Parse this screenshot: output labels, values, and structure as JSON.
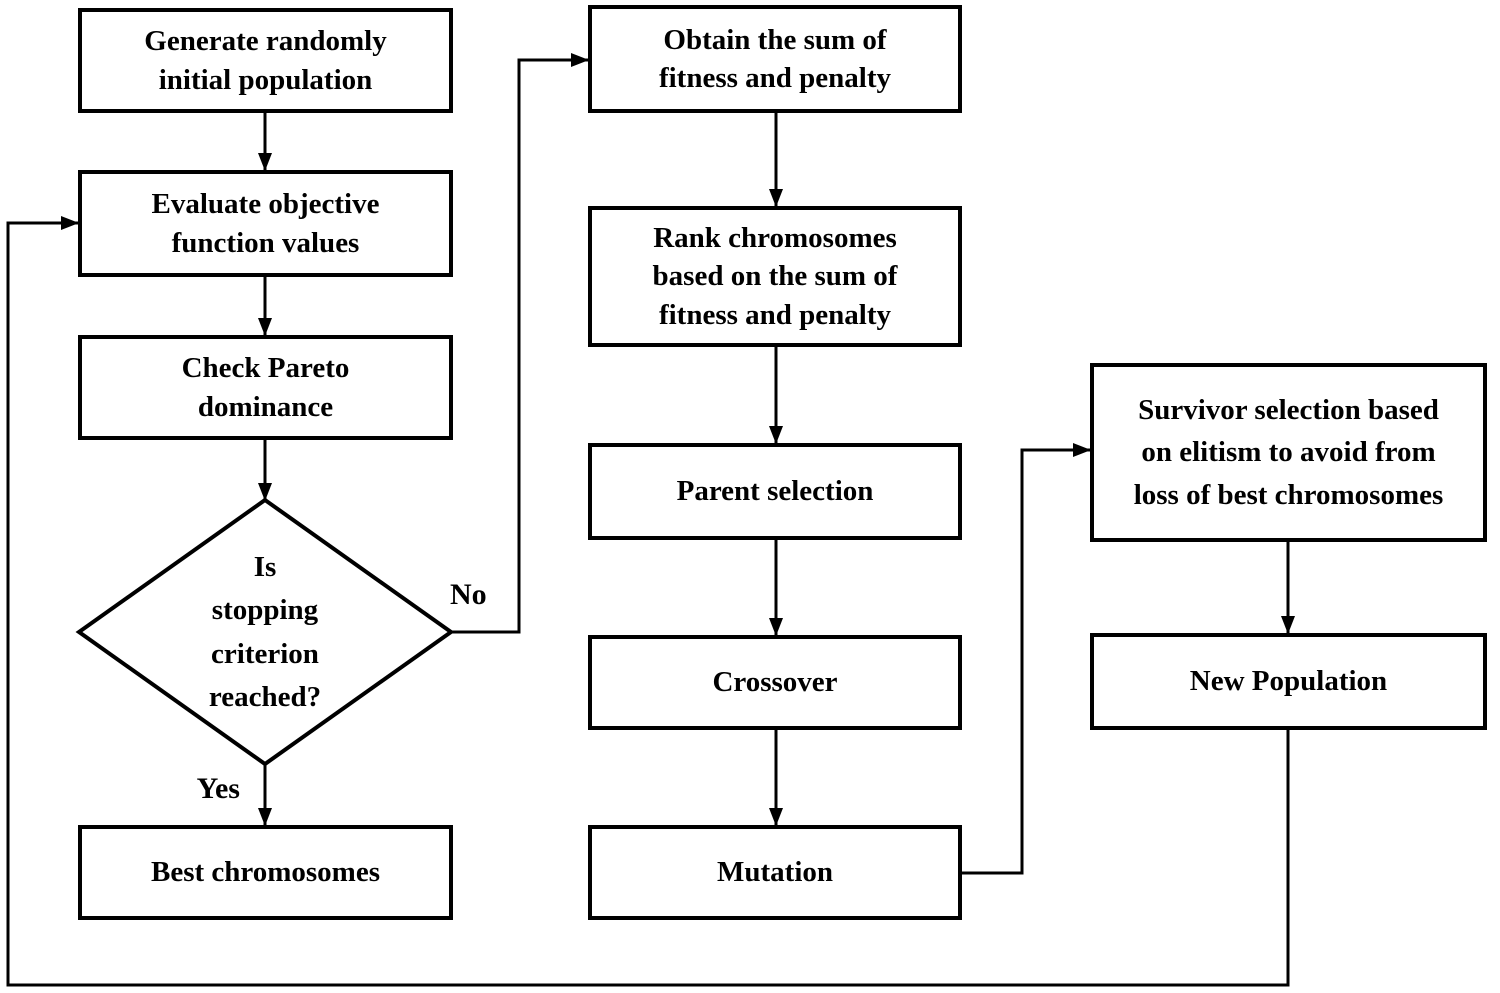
{
  "diagram": {
    "background_color": "#ffffff",
    "line_color": "#000000",
    "nodes": {
      "generate": {
        "label": "Generate randomly\ninitial population"
      },
      "evaluate": {
        "label": "Evaluate objective\nfunction values"
      },
      "check_pareto": {
        "label": "Check Pareto\ndominance"
      },
      "stopping_decision": {
        "label": "Is\nstopping\ncriterion\nreached?"
      },
      "best_chromosomes": {
        "label": "Best chromosomes"
      },
      "obtain_sum": {
        "label": "Obtain the sum of\nfitness and penalty"
      },
      "rank_chromosomes": {
        "label": "Rank chromosomes\nbased on the sum of\nfitness and penalty"
      },
      "parent_selection": {
        "label": "Parent selection"
      },
      "crossover": {
        "label": "Crossover"
      },
      "mutation": {
        "label": "Mutation"
      },
      "survivor_selection": {
        "label": "Survivor selection based\non elitism to avoid from\nloss of best chromosomes"
      },
      "new_population": {
        "label": "New Population"
      }
    },
    "edge_labels": {
      "yes": "Yes",
      "no": "No"
    }
  }
}
